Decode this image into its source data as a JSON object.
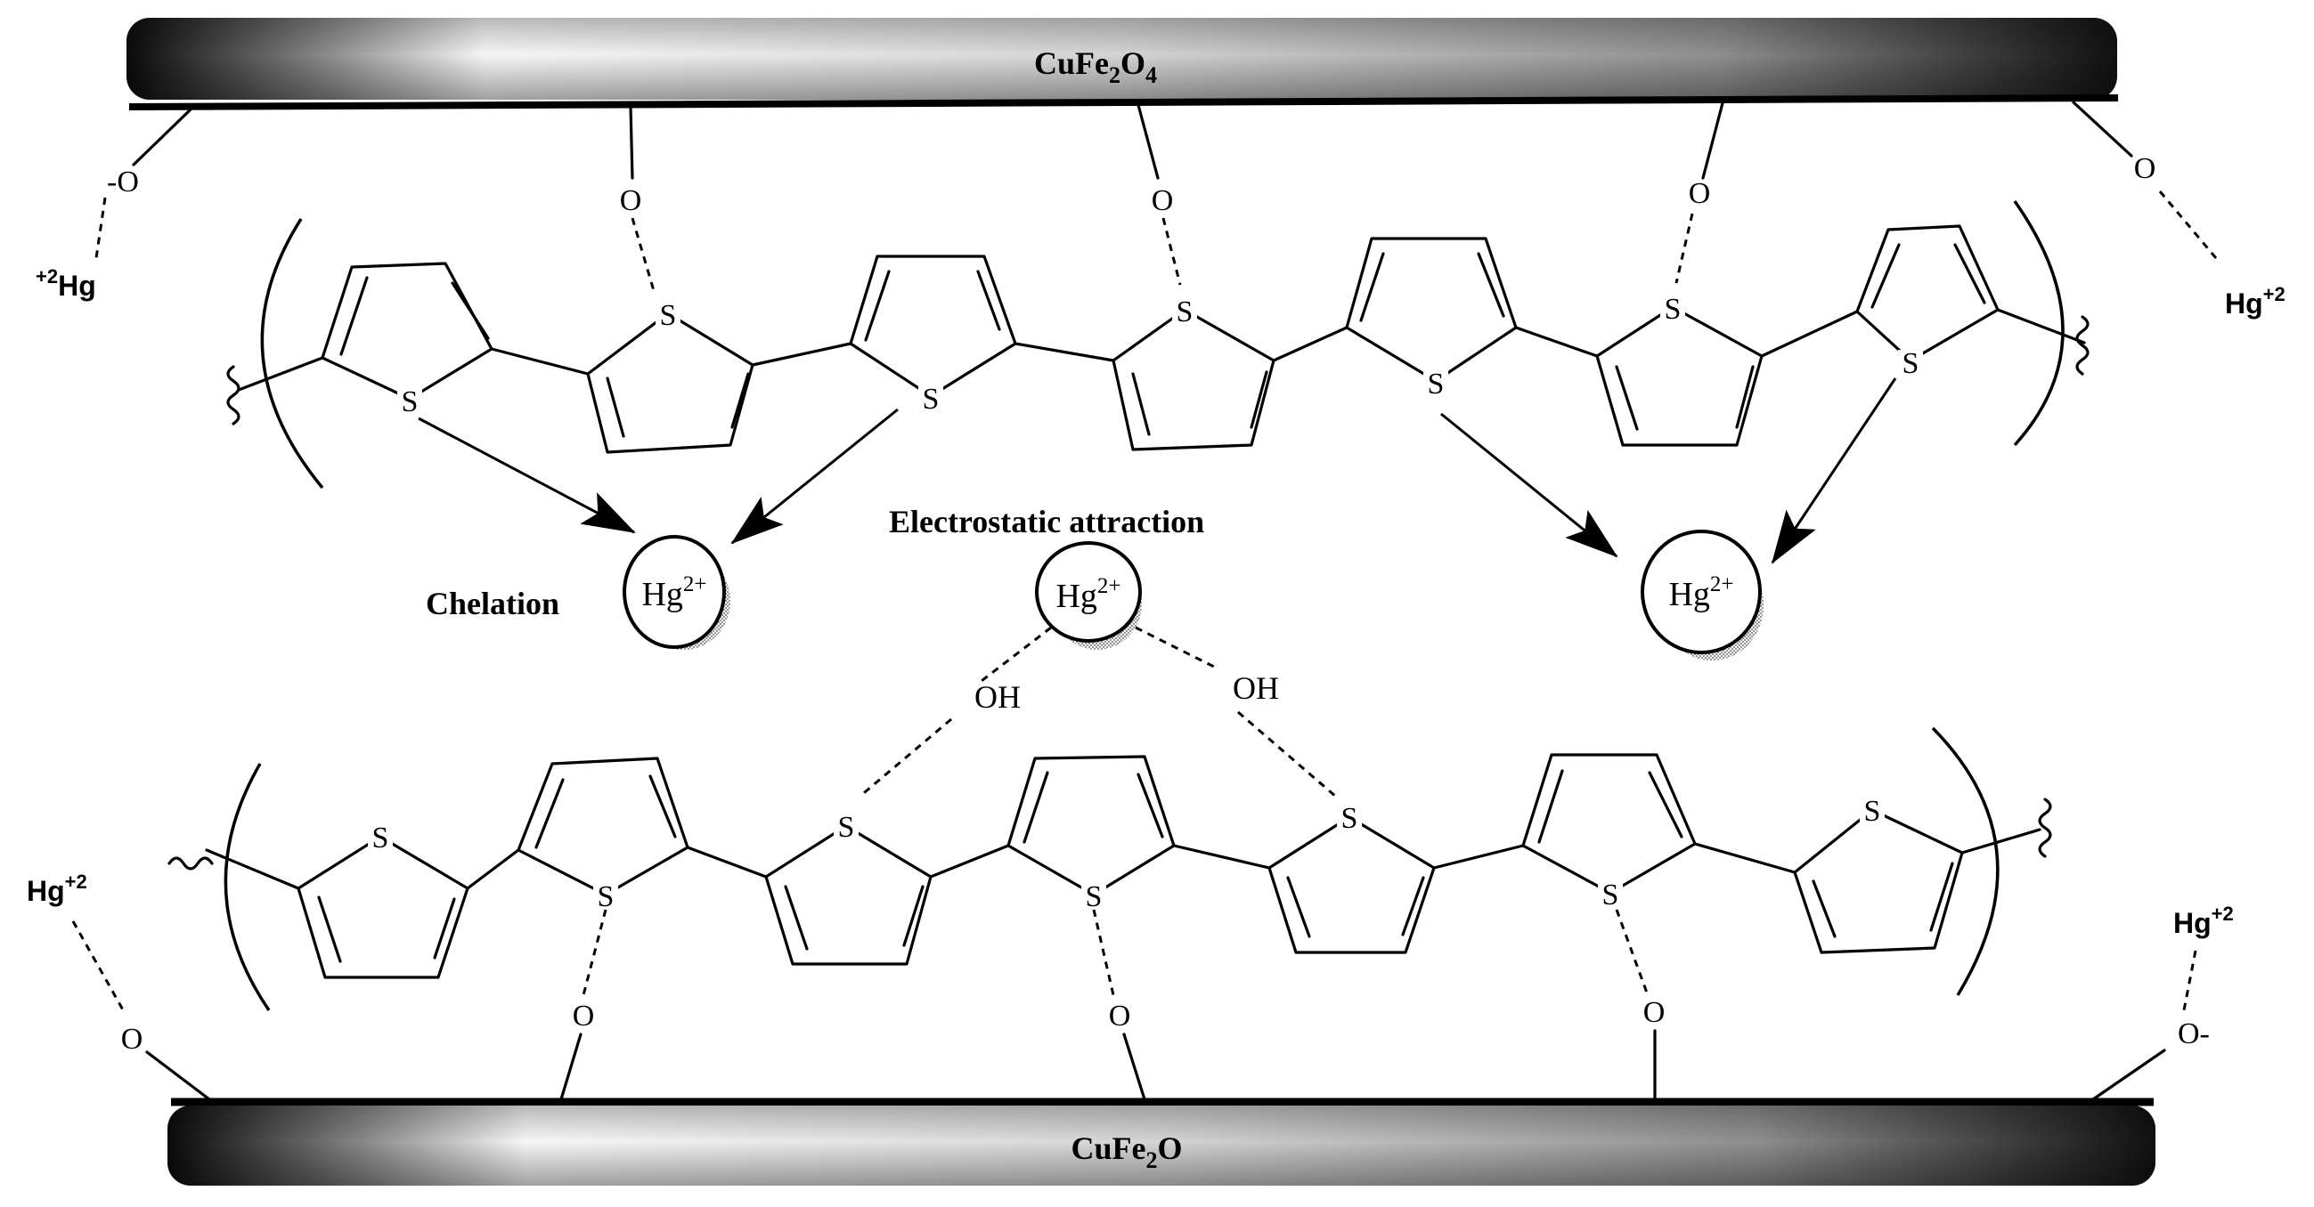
{
  "plates": {
    "top_formula": [
      "CuFe",
      "2",
      "O",
      "4"
    ],
    "bottom_formula": [
      "CuFe",
      "2",
      "O"
    ]
  },
  "labels": {
    "chelation": "Chelation",
    "electrostatic": "Electrostatic attraction"
  },
  "ions": {
    "hg_base": "Hg",
    "hg_charge": "2+",
    "hg_plus_two": "+2",
    "left_top_prefix": "+2",
    "left_top_hg": "Hg"
  },
  "atoms": {
    "sulfur": "S",
    "oxygen": "O",
    "oxide": "-O",
    "oxide_trailing": "O-",
    "hydroxyl": "OH"
  },
  "colors": {
    "ink": "#000000",
    "plate_dark": "#111111",
    "plate_light": "#f4f4f4",
    "stipple": "#555555"
  }
}
